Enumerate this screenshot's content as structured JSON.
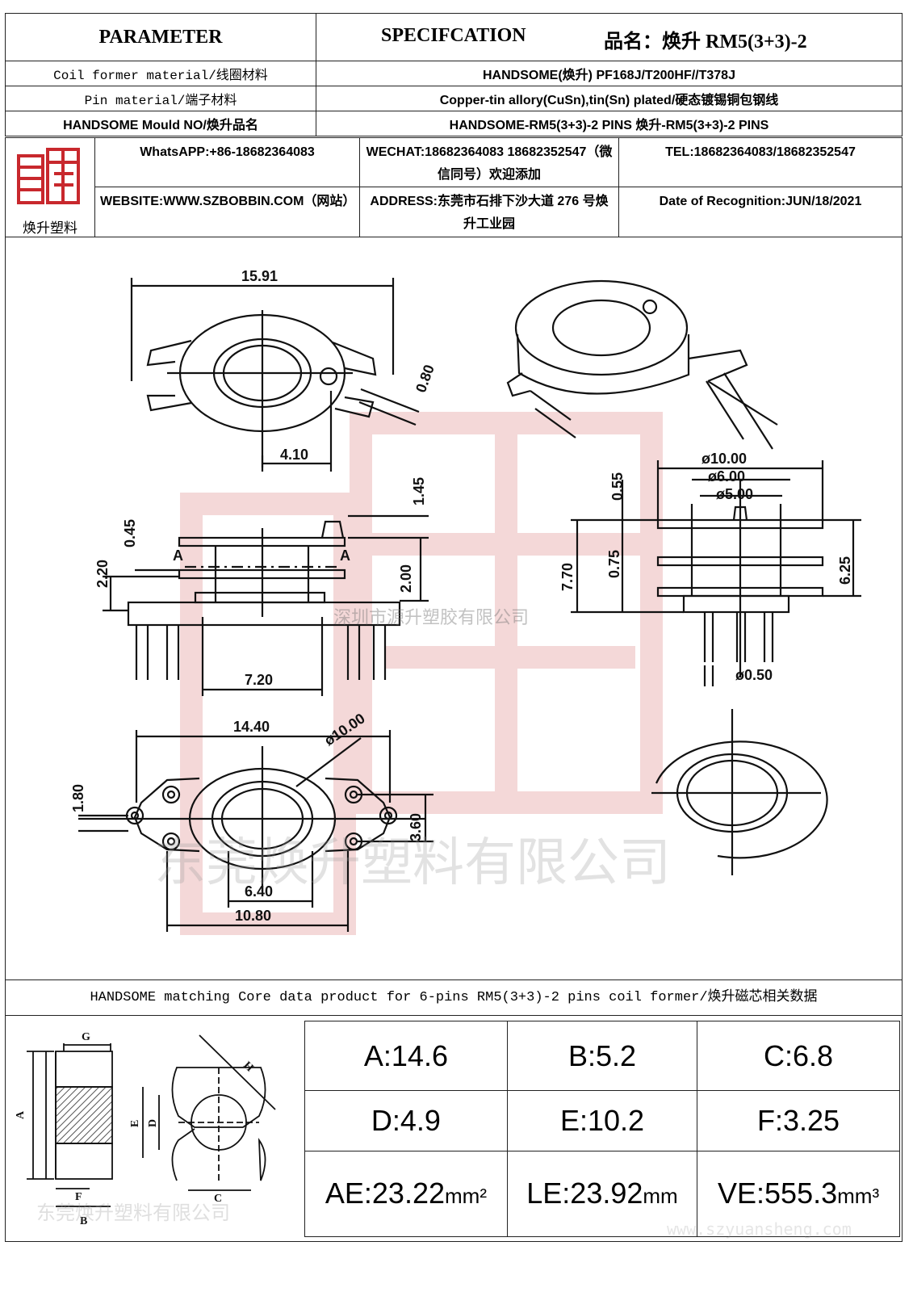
{
  "header": {
    "parameter": "PARAMETER",
    "specification": "SPECIFCATION",
    "product_name": "品名：焕升 RM5(3+3)-2"
  },
  "rows": [
    {
      "label": "Coil former material/线圈材料",
      "value": "HANDSOME(焕升)  PF168J/T200HF//T378J"
    },
    {
      "label": "Pin material/端子材料",
      "value": "Copper-tin allory(CuSn),tin(Sn) plated/硬态镀锡铜包钢线"
    },
    {
      "label": "HANDSOME Mould NO/焕升品名",
      "value": "HANDSOME-RM5(3+3)-2 PINS   焕升-RM5(3+3)-2 PINS"
    }
  ],
  "contact": {
    "logo_caption": "焕升塑料",
    "whatsapp": "WhatsAPP:+86-18682364083",
    "wechat": "WECHAT:18682364083 18682352547（微信同号）欢迎添加",
    "tel": "TEL:18682364083/18682352547",
    "website": "WEBSITE:WWW.SZBOBBIN.COM（网站）",
    "address": "ADDRESS:东莞市石排下沙大道 276 号焕升工业园",
    "date": "Date of Recognition:JUN/18/2021"
  },
  "dimensions": {
    "A": "15.91",
    "B": "0.80",
    "C": "4.10",
    "D": "1.45",
    "E": "2.20",
    "F": "0.45",
    "G": "2.00",
    "H": "7.20",
    "I": "0.55",
    "J": "ø10.00",
    "K": "ø6.00",
    "L": "ø5.00",
    "M": "7.70",
    "N": "0.75",
    "O": "6.25",
    "P": "ø0.50",
    "Q": "14.40",
    "R": "1.80",
    "S": "ø10.00",
    "T": "3.60",
    "U": "6.40",
    "V": "10.80",
    "section_mark": "A"
  },
  "watermarks": {
    "center": "深圳市源升塑胶有限公司",
    "bottom": "东莞焕升塑料有限公司",
    "corner": "东莞焕升塑料有限公司",
    "url": "www.szyuansheng.com"
  },
  "core_title": "HANDSOME matching Core data  product for 6-pins RM5(3+3)-2 pins coil former/焕升磁芯相关数据",
  "core_letters": {
    "G": "G",
    "H": "H",
    "A": "A",
    "E": "E",
    "D": "D",
    "F": "F",
    "B": "B",
    "C": "C"
  },
  "core_values": [
    [
      "A:14.6",
      "B:5.2",
      "C:6.8"
    ],
    [
      "D:4.9",
      "E:10.2",
      "F:3.25"
    ]
  ],
  "core_params": [
    {
      "name": "AE:23.22",
      "unit": "mm²"
    },
    {
      "name": "LE:23.92",
      "unit": "mm"
    },
    {
      "name": "VE:555.3",
      "unit": "mm³"
    }
  ],
  "colors": {
    "logo_red": "#c8282d",
    "watermark_red": "#f0c8c8"
  }
}
